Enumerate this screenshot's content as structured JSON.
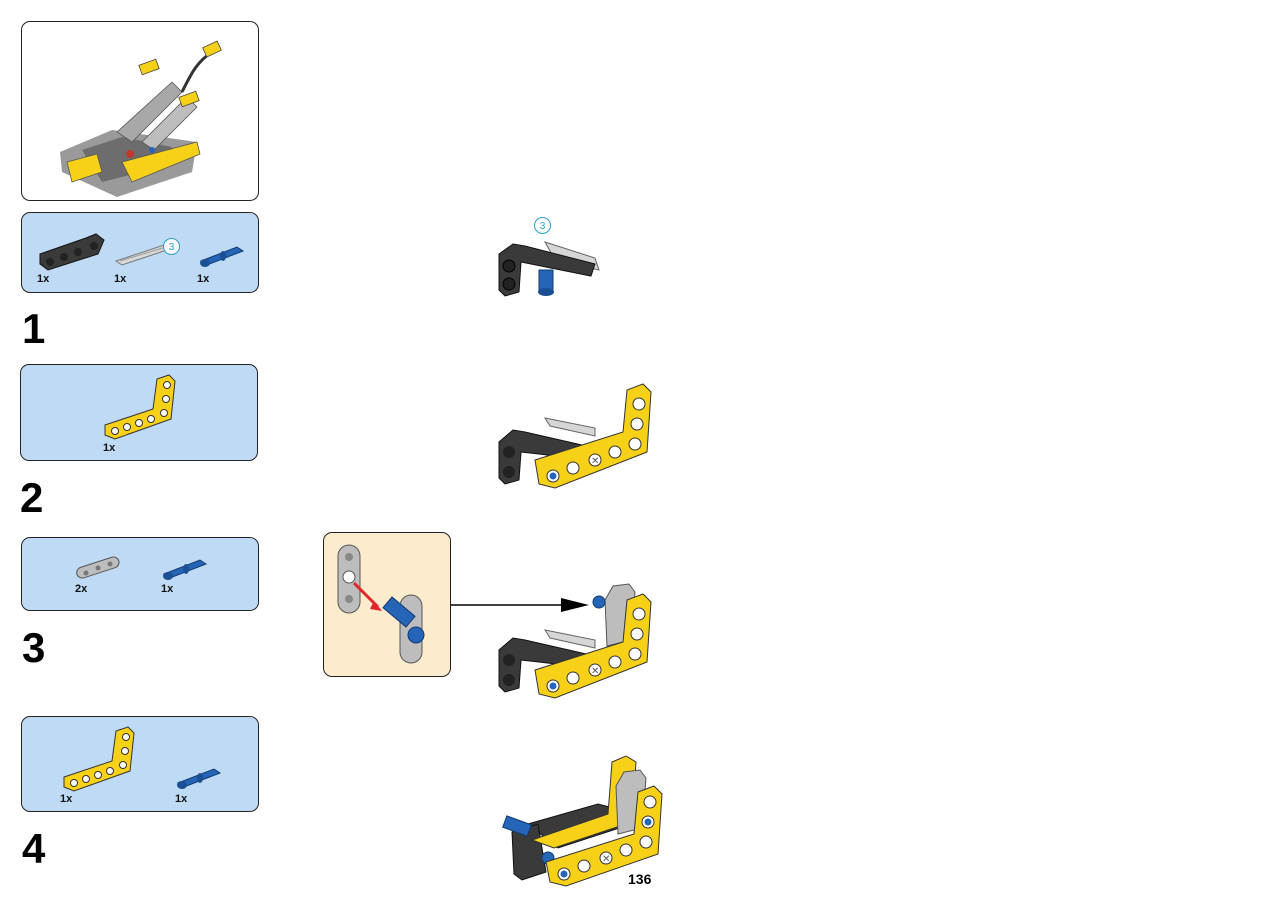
{
  "page_number": "136",
  "steps": [
    {
      "number": "1",
      "parts": [
        {
          "name": "black-angled-beam",
          "qty": "1x"
        },
        {
          "name": "grey-axle-3",
          "qty": "1x",
          "length": "3"
        },
        {
          "name": "blue-axle-pin",
          "qty": "1x"
        }
      ],
      "axle_length_marker": "3"
    },
    {
      "number": "2",
      "parts": [
        {
          "name": "yellow-l-beam",
          "qty": "1x"
        }
      ]
    },
    {
      "number": "3",
      "parts": [
        {
          "name": "grey-thin-beam",
          "qty": "2x"
        },
        {
          "name": "blue-axle-pin",
          "qty": "1x"
        }
      ]
    },
    {
      "number": "4",
      "parts": [
        {
          "name": "yellow-l-beam",
          "qty": "1x"
        },
        {
          "name": "blue-axle-pin",
          "qty": "1x"
        }
      ]
    }
  ],
  "colors": {
    "parts_panel": "#bfdaf4",
    "callout_panel": "#fcebcd",
    "yellow": "#f7d117",
    "black": "#3a3a3a",
    "blue": "#2465b8",
    "grey": "#bdbdbd",
    "marker": "#2aa0c8"
  }
}
